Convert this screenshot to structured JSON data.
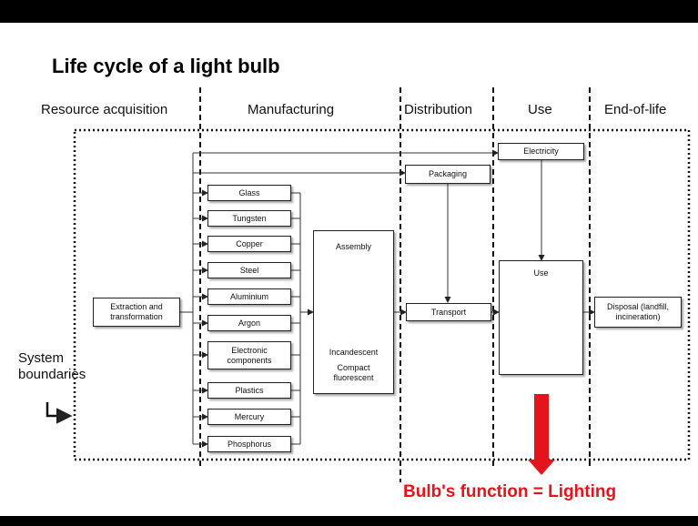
{
  "title": "Life cycle of a light bulb",
  "phases": [
    "Resource acquisition",
    "Manufacturing",
    "Distribution",
    "Use",
    "End-of-life"
  ],
  "resource_box": "Extraction and transformation",
  "materials": [
    "Glass",
    "Tungsten",
    "Copper",
    "Steel",
    "Aluminium",
    "Argon",
    "Electronic components",
    "Plastics",
    "Mercury",
    "Phosphorus"
  ],
  "assembly": {
    "label": "Assembly",
    "type1": "Incandescent",
    "type2": "Compact fluorescent"
  },
  "packaging": "Packaging",
  "transport": "Transport",
  "electricity": "Electricity",
  "use_box": "Use",
  "disposal": "Disposal (landfill, incineration)",
  "system_boundaries": "System boundaries",
  "function_label": "Bulb's function = Lighting",
  "colors": {
    "accent": "#e3141c",
    "bulb_glow": "#ffe600",
    "bulb_base": "#c8811f"
  }
}
